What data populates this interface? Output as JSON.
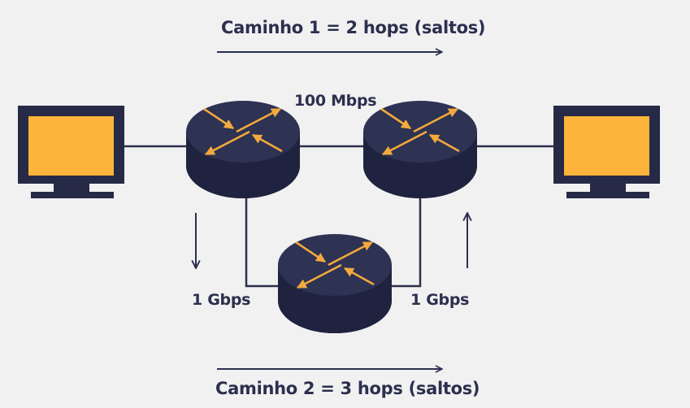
{
  "path1_label": "Caminho 1 = 2 hops (saltos)",
  "path2_label": "Caminho 2 = 3 hops (saltos)",
  "link_top_speed": "100 Mbps",
  "link_left_speed": "1 Gbps",
  "link_right_speed": "1 Gbps",
  "colors": {
    "background": "#f1f1f2",
    "device": "#262a46",
    "router_side": "#1f2340",
    "router_top": "#2e3253",
    "screen": "#fdb43a",
    "router_arrows": "#f3a93c",
    "line": "#2c2f4d"
  },
  "icons": [
    "computer-monitor-icon",
    "router-icon",
    "arrow-right-icon",
    "arrow-down-icon",
    "arrow-up-icon"
  ]
}
